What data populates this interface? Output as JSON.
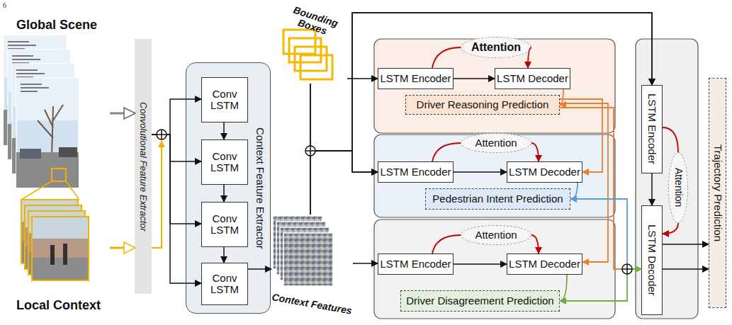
{
  "diagram": {
    "nodes": [
      {
        "text": [
          "Global Scene"
        ]
      },
      {
        "text": [
          "Local Context"
        ]
      },
      {
        "text": [
          "Convolutional Feature Extractor"
        ]
      },
      {
        "text": [
          "Context Feature Extractor"
        ]
      },
      {
        "text": [
          "Conv LSTM"
        ],
        "in": 3
      },
      {
        "text": [
          "Conv LSTM"
        ],
        "in": 3
      },
      {
        "text": [
          "Conv LSTM"
        ],
        "in": 3
      },
      {
        "text": [
          "Conv LSTM"
        ],
        "in": 3
      },
      {
        "text": [
          "Bounding Boxes"
        ]
      },
      {
        "text": [
          "Context Features"
        ]
      },
      {
        "text": [
          "Attention"
        ]
      },
      {
        "text": [
          "LSTM Encoder"
        ]
      },
      {
        "text": [
          "LSTM Decoder"
        ]
      },
      {
        "text": [
          "Driver Reasoning Prediction"
        ]
      },
      {
        "text": [
          "Attention"
        ]
      },
      {
        "text": [
          "LSTM Encoder"
        ]
      },
      {
        "text": [
          "LSTM Decoder"
        ]
      },
      {
        "text": [
          "Pedestrian Intent Prediction"
        ]
      },
      {
        "text": [
          "Attention"
        ]
      },
      {
        "text": [
          "LSTM Encoder"
        ]
      },
      {
        "text": [
          "LSTM Decoder"
        ]
      },
      {
        "text": [
          "Driver Disagreement Prediction"
        ]
      },
      {
        "text": [
          "LSTM Encoder"
        ]
      },
      {
        "text": [
          "Attention"
        ]
      },
      {
        "text": [
          "LSTM Decoder"
        ]
      },
      {
        "text": [
          "Trajectory Prediction"
        ]
      }
    ],
    "edges": [
      {
        "from": 0,
        "to": 2,
        "arrow": "to"
      },
      {
        "from": 1,
        "to": 2,
        "arrow": "to"
      },
      {
        "from": 2,
        "to": 4,
        "arrow": "to"
      },
      {
        "from": 2,
        "to": 5,
        "arrow": "to"
      },
      {
        "from": 2,
        "to": 6,
        "arrow": "to"
      },
      {
        "from": 2,
        "to": 7,
        "arrow": "to"
      },
      {
        "from": 4,
        "to": 5,
        "arrow": "to"
      },
      {
        "from": 5,
        "to": 6,
        "arrow": "to"
      },
      {
        "from": 6,
        "to": 7,
        "arrow": "to"
      },
      {
        "from": 7,
        "to": 9,
        "arrow": "to"
      },
      {
        "from": 8,
        "to": 11,
        "arrow": "to"
      },
      {
        "from": 8,
        "to": 15,
        "arrow": "to"
      },
      {
        "from": 9,
        "to": 15,
        "arrow": "to"
      },
      {
        "from": 8,
        "to": 22,
        "arrow": "to"
      },
      {
        "from": 9,
        "to": 22,
        "arrow": "to"
      },
      {
        "from": 9,
        "to": 19,
        "arrow": "to"
      },
      {
        "from": 11,
        "to": 12,
        "arrow": "to"
      },
      {
        "from": 11,
        "to": 10,
        "arrow": "none"
      },
      {
        "from": 10,
        "to": 12,
        "arrow": "to"
      },
      {
        "from": 12,
        "to": 13,
        "arrow": "to"
      },
      {
        "from": 15,
        "to": 16,
        "arrow": "to"
      },
      {
        "from": 15,
        "to": 14,
        "arrow": "none"
      },
      {
        "from": 14,
        "to": 16,
        "arrow": "to"
      },
      {
        "from": 16,
        "to": 17,
        "arrow": "to"
      },
      {
        "from": 19,
        "to": 20,
        "arrow": "to"
      },
      {
        "from": 19,
        "to": 18,
        "arrow": "none"
      },
      {
        "from": 18,
        "to": 20,
        "arrow": "to"
      },
      {
        "from": 20,
        "to": 21,
        "arrow": "to"
      },
      {
        "from": 13,
        "to": 16,
        "arrow": "to"
      },
      {
        "from": 13,
        "to": 20,
        "arrow": "to"
      },
      {
        "from": 13,
        "to": 24,
        "arrow": "to"
      },
      {
        "from": 17,
        "to": 24,
        "arrow": "to"
      },
      {
        "from": 21,
        "to": 24,
        "arrow": "to"
      },
      {
        "from": 22,
        "to": 24,
        "arrow": "to"
      },
      {
        "from": 22,
        "to": 23,
        "arrow": "none"
      },
      {
        "from": 23,
        "to": 24,
        "arrow": "to"
      },
      {
        "from": 24,
        "to": 25,
        "arrow": "to"
      },
      {
        "from": 24,
        "to": 25,
        "arrow": "to"
      }
    ],
    "labels": [
      "6"
    ]
  }
}
